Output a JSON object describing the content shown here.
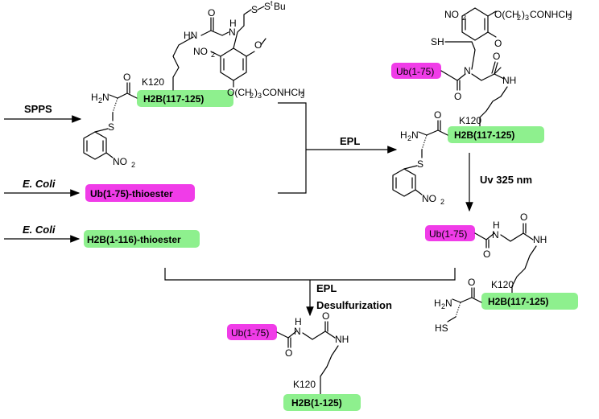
{
  "colors": {
    "green": "#8ef08e",
    "magenta": "#f03ce8",
    "ink": "#000000",
    "background": "#ffffff"
  },
  "labels": {
    "stbu": "S",
    "stbu_sup": "t",
    "stbu_tail": "Bu",
    "nh_top": "H",
    "n_top": "N",
    "hn_top": "HN",
    "o_top": "O",
    "no2": "NO",
    "no2_sub": "2",
    "no2_paren": "O",
    "ome": "O",
    "ochain": "O(CH",
    "ochain_sub": "2",
    "ochain_mid": ")",
    "ochain_sub2": "3",
    "ochain_tail": "CONHCH",
    "ochain_sub3": "3",
    "k120": "K120",
    "h2n": "H",
    "h2n_sub": "2",
    "h2n_n": "N",
    "carbonyl_o": "O",
    "s": "S",
    "hs": "HS",
    "sh": "SH",
    "n": "N",
    "h": "H",
    "nh": "NH",
    "o": "O"
  },
  "tags": {
    "h2b_117_125": "H2B(117-125)",
    "ub_1_75": "Ub(1-75)",
    "ub_thioester": "Ub(1-75)-thioester",
    "h2b_thioester": "H2B(1-116)-thioester",
    "h2b_1_125": "H2B(1-125)"
  },
  "steps": {
    "spps": "SPPS",
    "ecoli_1": "E. Coli",
    "ecoli_2": "E. Coli",
    "epl_1": "EPL",
    "uv": "Uv 325 nm",
    "epl_2": "EPL",
    "desulf": "Desulfurization"
  }
}
